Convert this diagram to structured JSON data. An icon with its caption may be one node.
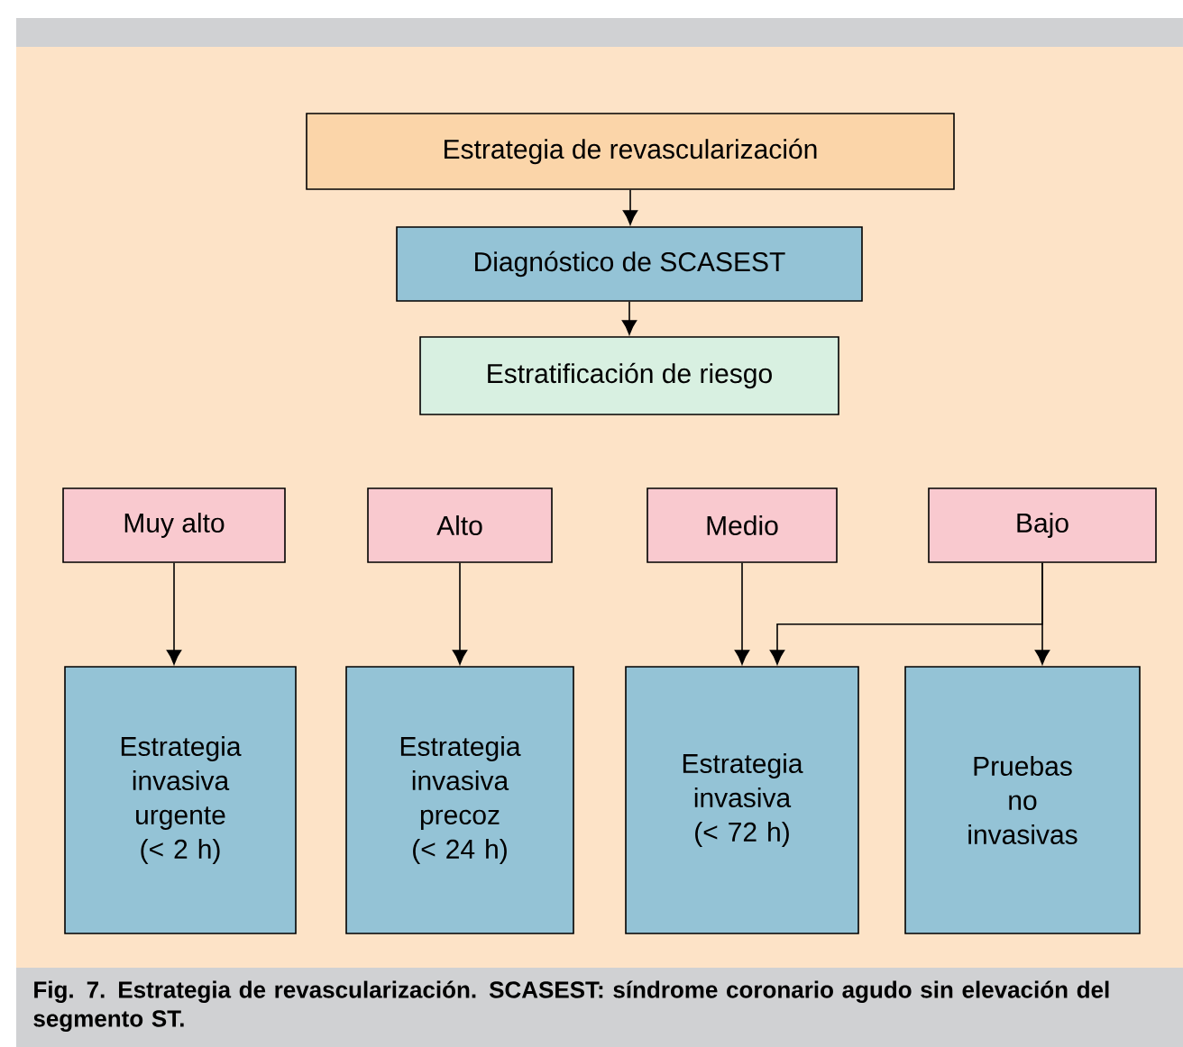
{
  "diagram": {
    "nodes": [
      {
        "text": [
          "Estrategia de revascularización"
        ]
      },
      {
        "text": [
          "Diagnóstico de SCASEST"
        ]
      },
      {
        "text": [
          "Estratificación de riesgo"
        ]
      },
      {
        "text": [
          "Muy alto"
        ]
      },
      {
        "text": [
          "Alto"
        ]
      },
      {
        "text": [
          "Medio"
        ]
      },
      {
        "text": [
          "Bajo"
        ]
      },
      {
        "text": [
          "Estrategia invasiva urgente (< 2 h)"
        ]
      },
      {
        "text": [
          "Estrategia invasiva precoz (< 24 h)"
        ]
      },
      {
        "text": [
          "Estrategia invasiva (< 72 h)"
        ]
      },
      {
        "text": [
          "Pruebas no invasivas"
        ]
      }
    ],
    "edges": [
      {
        "from": 0,
        "to": 1,
        "arrow": "to"
      },
      {
        "from": 1,
        "to": 2,
        "arrow": "to"
      },
      {
        "from": 3,
        "to": 7,
        "arrow": "to"
      },
      {
        "from": 4,
        "to": 8,
        "arrow": "to"
      },
      {
        "from": 5,
        "to": 9,
        "arrow": "to"
      },
      {
        "from": 6,
        "to": 9,
        "arrow": "to"
      },
      {
        "from": 6,
        "to": 10,
        "arrow": "to"
      }
    ],
    "caption": "Fig. 7. Estrategia de revascularización. SCASEST: síndrome coronario agudo sin elevación del segmento ST."
  }
}
